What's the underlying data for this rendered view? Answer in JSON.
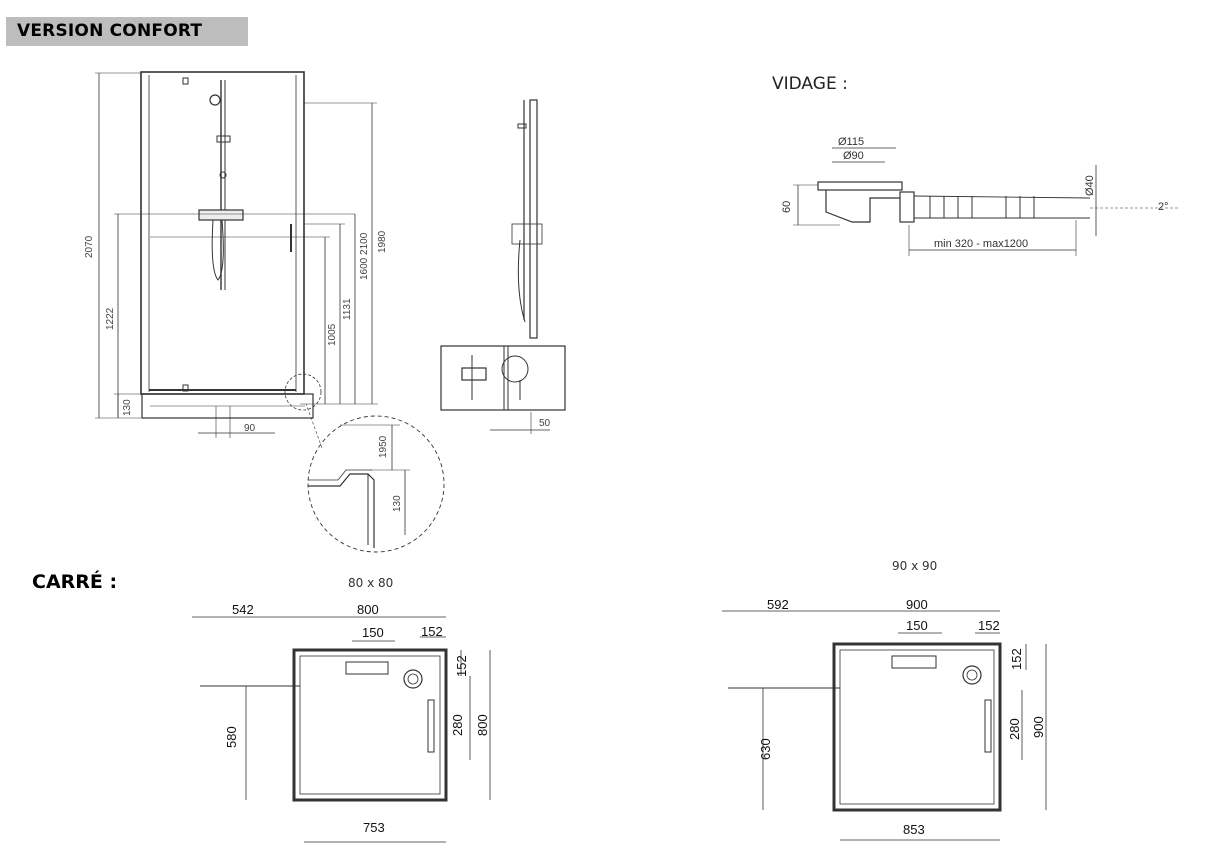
{
  "header": {
    "version": "VERSION CONFORT",
    "vidage": "VIDAGE :",
    "carre": "CARRÉ :"
  },
  "elevation": {
    "h2070": "2070",
    "h1222": "1222",
    "h130": "130",
    "w90": "90",
    "h1005": "1005",
    "h1131": "1131",
    "h1600_2100": "1600 2100",
    "h1980": "1980"
  },
  "detail": {
    "h1950": "1950",
    "h130": "130"
  },
  "side": {
    "w50": "50"
  },
  "vidage": {
    "d115": "Ø115",
    "d90": "Ø90",
    "h60": "60",
    "d40": "Ø40",
    "angle": "2°",
    "length": "min 320 - max1200"
  },
  "plan80": {
    "size": "80 x 80",
    "w542": "542",
    "w800": "800",
    "w150": "150",
    "w152": "152",
    "h152": "152",
    "h280": "280",
    "h800": "800",
    "h580": "580",
    "w753": "753"
  },
  "plan90": {
    "size": "90 x 90",
    "w592": "592",
    "w900": "900",
    "w150": "150",
    "w152": "152",
    "h152": "152",
    "h280": "280",
    "h900": "900",
    "h630": "630",
    "w853": "853"
  }
}
